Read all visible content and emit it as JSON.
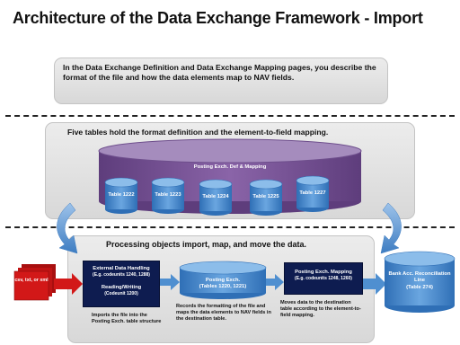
{
  "title": "Architecture of the Data Exchange Framework - Import",
  "intro": "In the Data Exchange Definition and Data Exchange Mapping pages, you describe the format of the file and how the data elements map to NAV fields.",
  "tables_section": {
    "heading": "Five tables hold the format definition and the element-to-field mapping.",
    "container_label": "Posting Exch. Def & Mapping",
    "tables": [
      {
        "label": "Table 1222"
      },
      {
        "label": "Table 1223"
      },
      {
        "label": "Table 1224"
      },
      {
        "label": "Table 1225"
      },
      {
        "label": "Table 1227"
      }
    ]
  },
  "processing_section": {
    "heading": "Processing objects import, map, and move the data.",
    "source_files": "csv, txt, or xml",
    "external_handling": {
      "title": "External Data Handling",
      "sub": "(E.g. codeunits 1240, 1288)",
      "rw_title": "Reading/Writing",
      "rw_sub": "(Codeunit 1200)",
      "description": "Imports the file into the Posting Exch. table structure"
    },
    "posting_exch": {
      "title": "Posting Exch.",
      "sub": "(Tables 1220, 1221)",
      "description": "Records the formatting of the file and maps the data elements to NAV fields in the destination table."
    },
    "mapping": {
      "title": "Posting Exch. Mapping",
      "sub": "(E.g. codeunits 1248, 1260)",
      "description": "Moves data to the destination table according to the element-to-field mapping."
    },
    "destination": {
      "title": "Bank Acc. Reconciliation Line",
      "sub": "(Table 274)"
    }
  },
  "colors": {
    "navy": "#0e1c50",
    "light_blue": "#4f8fd0",
    "purple": "#7a5496",
    "grey_box": "#e2e2e2",
    "red_file": "#d21818"
  }
}
